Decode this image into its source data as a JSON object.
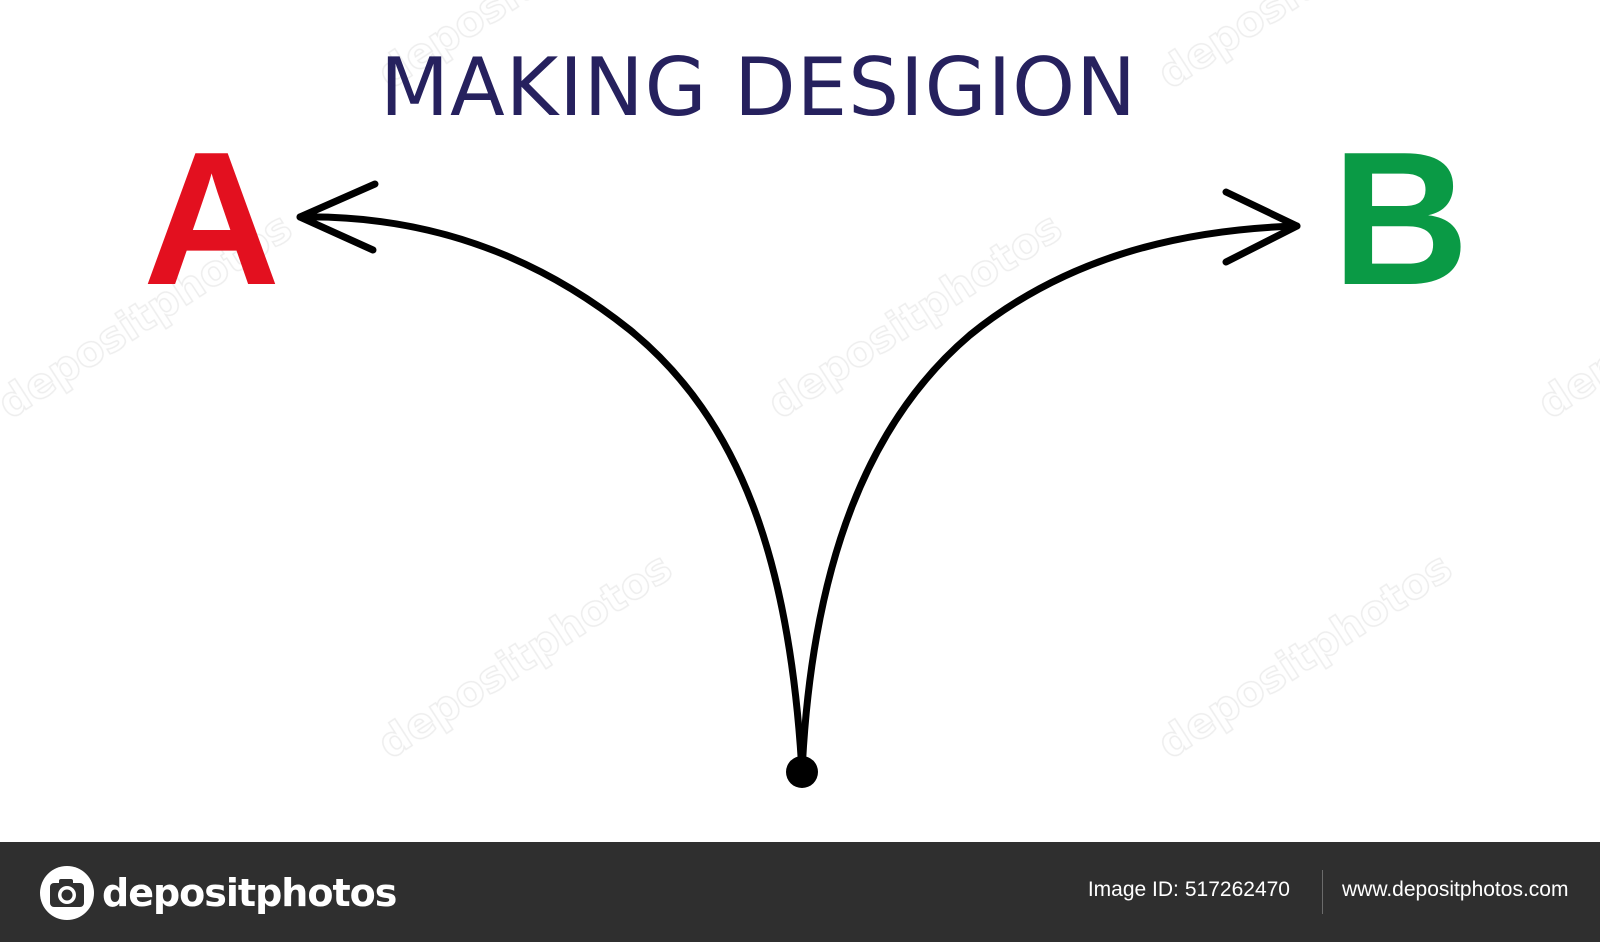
{
  "diagram": {
    "title": "MAKING DESIGION",
    "option_a": {
      "label": "A",
      "color": "#e3101f"
    },
    "option_b": {
      "label": "B",
      "color": "#0a9a45"
    },
    "title_color": "#26215e",
    "arrow_color": "#000000",
    "watermark": "depositphotos"
  },
  "footer": {
    "logo_icon": "camera-icon",
    "brand": "depositphotos",
    "image_id_label": "Image ID:",
    "image_id": "517262470",
    "url": "www.depositphotos.com",
    "background": "#2f2f2f"
  }
}
